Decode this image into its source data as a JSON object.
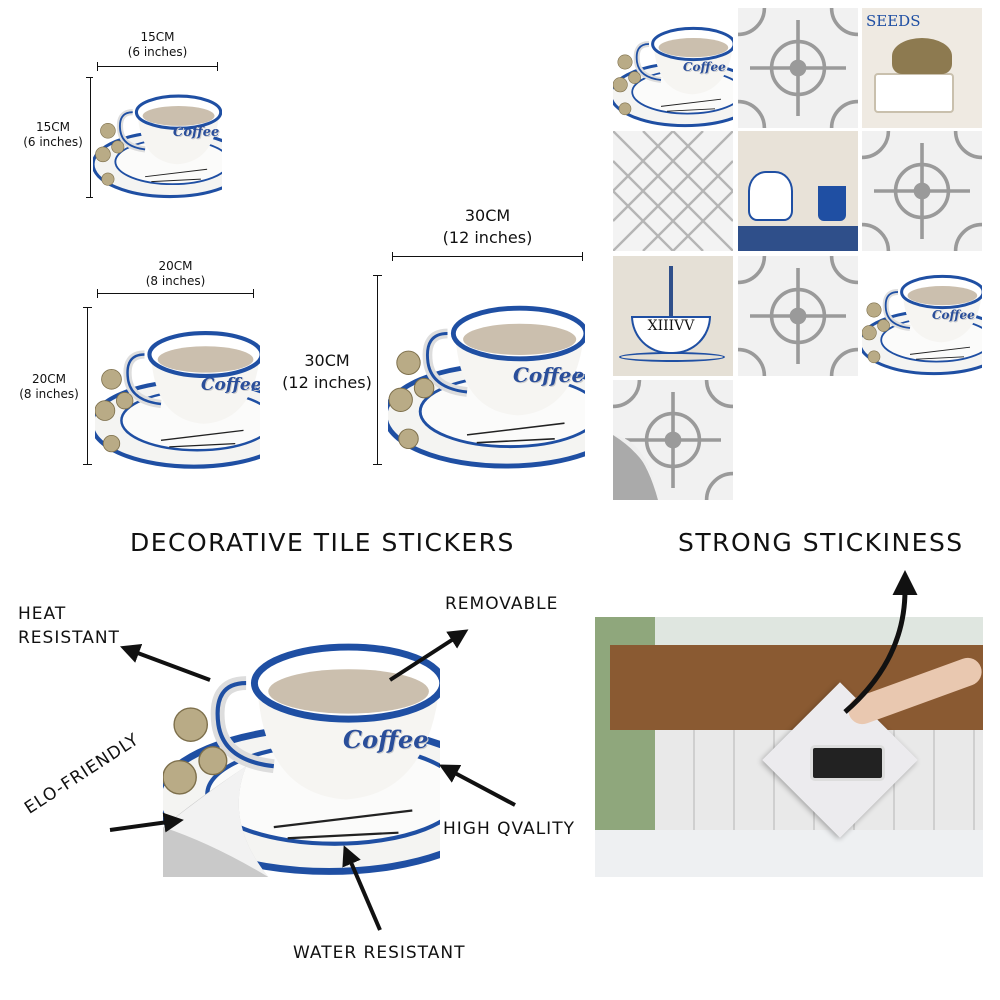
{
  "sizes": [
    {
      "size": "15CM",
      "inches": "(6 inches)"
    },
    {
      "size": "20CM",
      "inches": "(8 inches)"
    },
    {
      "size": "30CM",
      "inches": "(12 inches)"
    }
  ],
  "cup_logo_text": "Coffee",
  "grid_tile_text": {
    "seeds": "SEEDS",
    "cup_numerals": "XIIIVV"
  },
  "headings": {
    "left": "DECORATIVE TILE STICKERS",
    "right": "STRONG STICKINESS"
  },
  "features": {
    "heat": "HEAT",
    "heat2": "RESISTANT",
    "removable": "REMOVABLE",
    "eco": "ELO-FRIENDLY",
    "quality": "HIGH QVALITY",
    "water": "WATER RESISTANT"
  },
  "colors": {
    "blue": "#1f4fa3",
    "grey_pattern": "#9a9a9a",
    "wood": "#8a5a32"
  }
}
